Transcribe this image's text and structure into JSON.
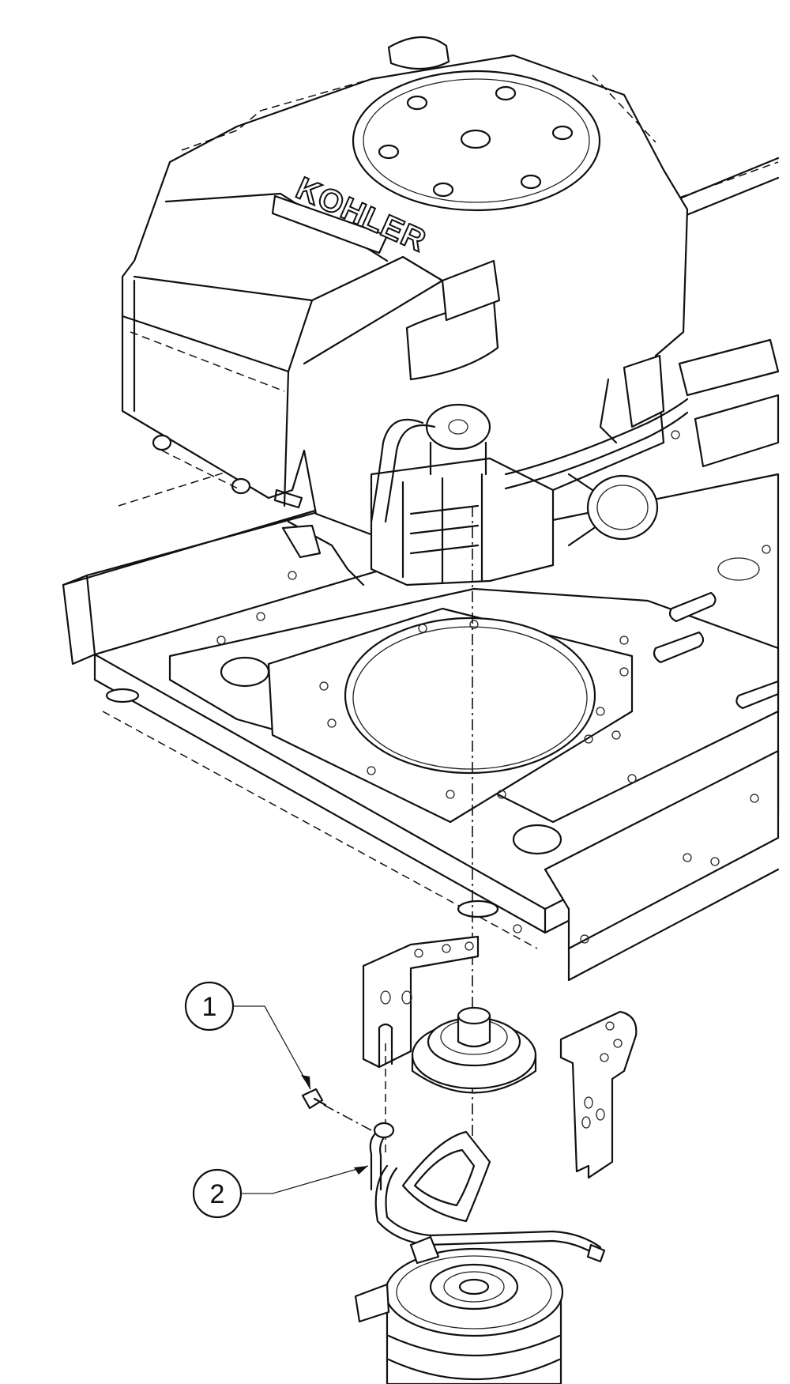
{
  "brand": {
    "engine_logo": "KOHLER"
  },
  "callouts": [
    {
      "label": "1"
    },
    {
      "label": "2"
    }
  ]
}
